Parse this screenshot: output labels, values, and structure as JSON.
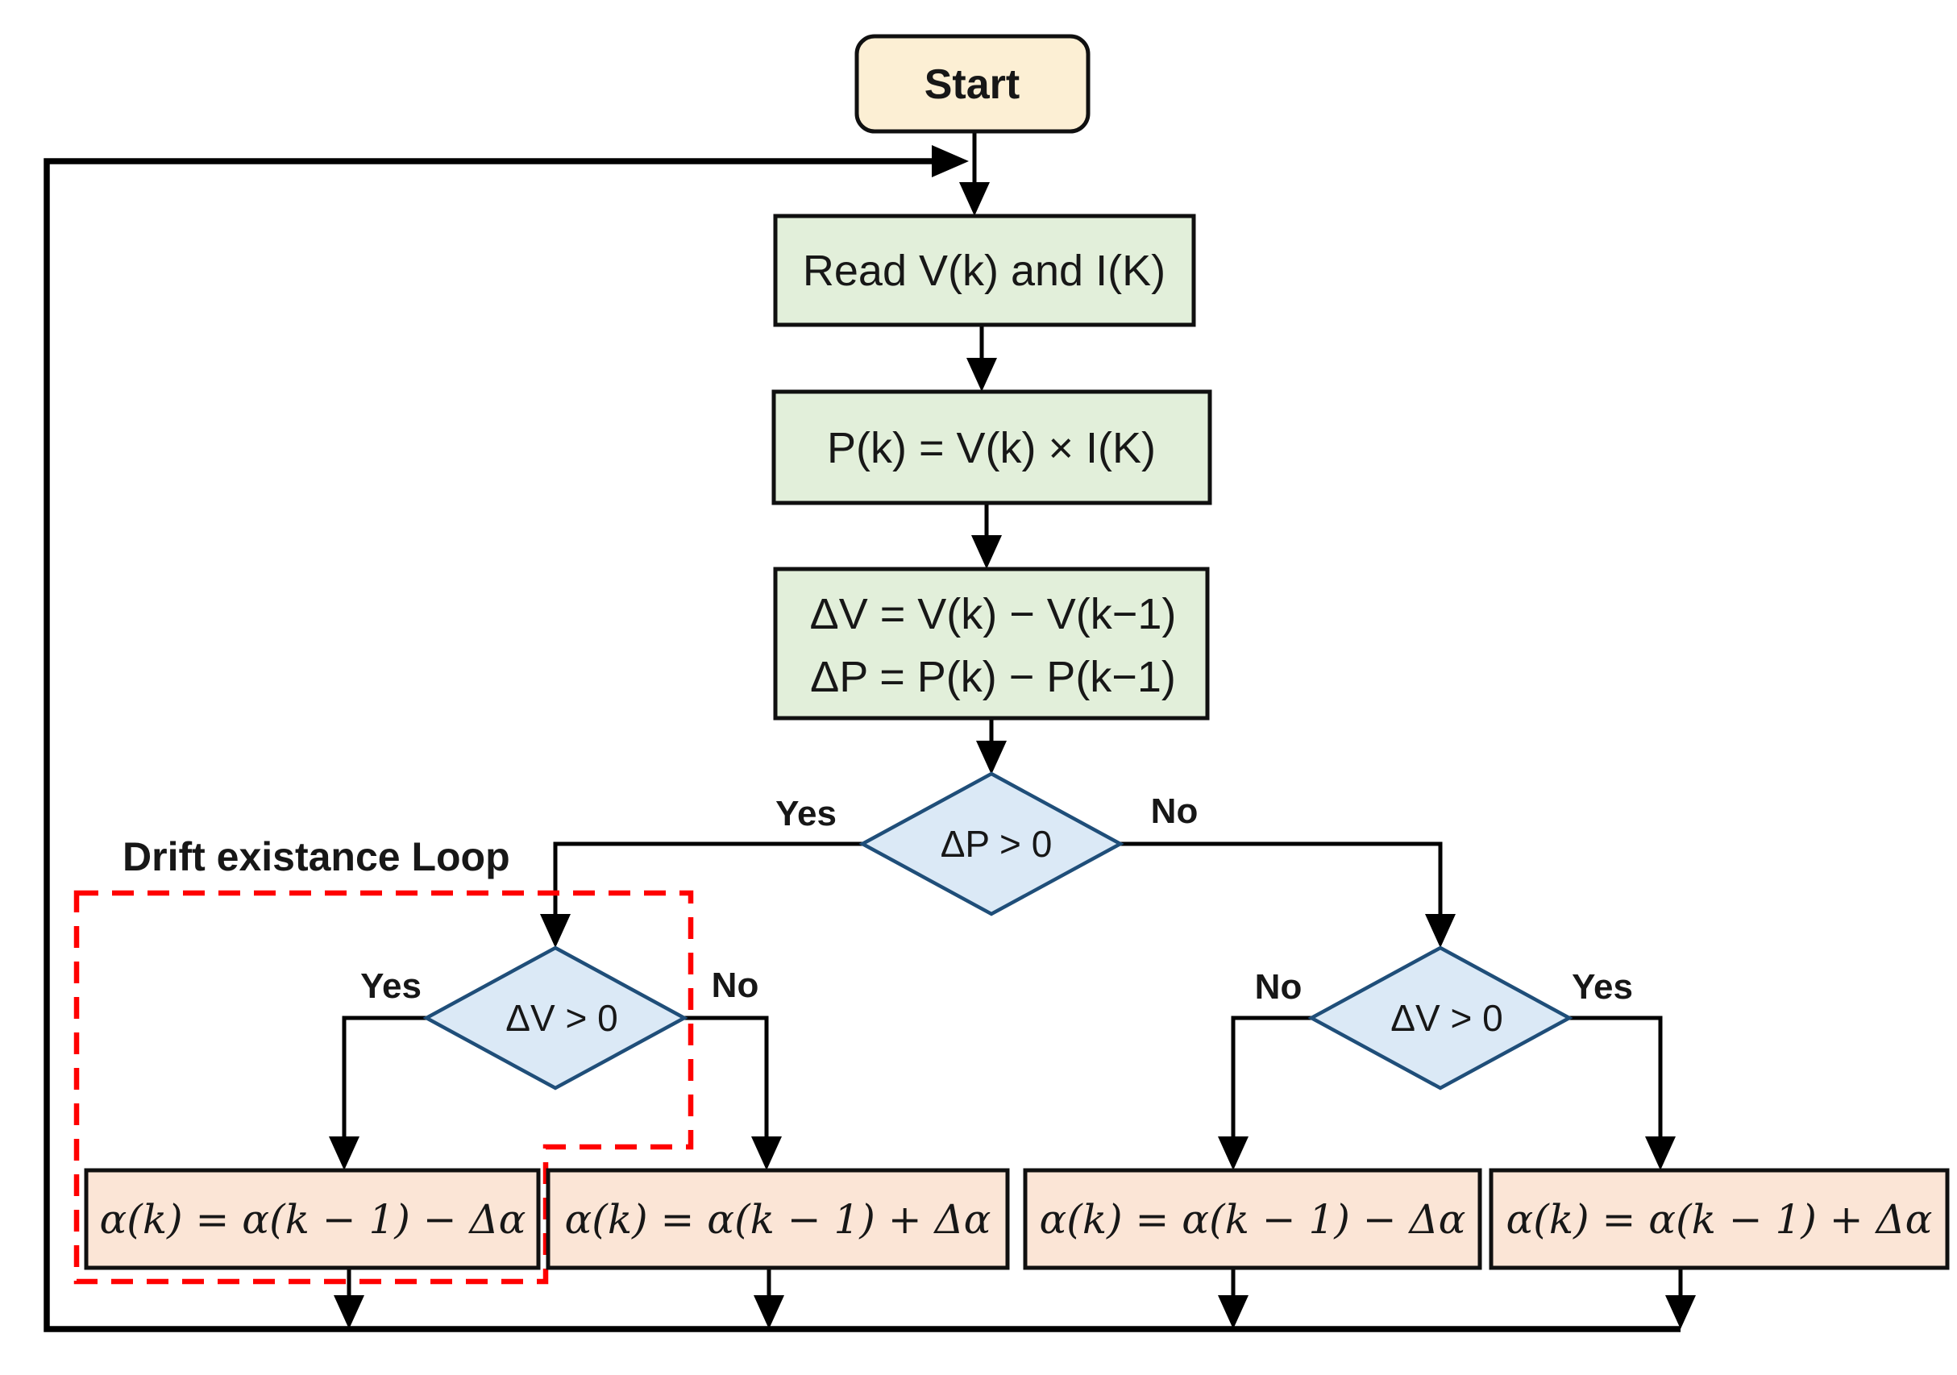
{
  "flowchart": {
    "annotation": {
      "label": "Drift existance Loop"
    },
    "nodes": {
      "start": "Start",
      "read": "Read V(k) and I(K)",
      "power": "P(k) = V(k) × I(K)",
      "deltas_line1": "ΔV = V(k) − V(k−1)",
      "deltas_line2": "ΔP = P(k) − P(k−1)",
      "decision_dp": "ΔP > 0",
      "decision_dv_left": "ΔV > 0",
      "decision_dv_right": "ΔV > 0",
      "action_left_yes": "α(k) = α(k − 1) − Δα",
      "action_left_no": "α(k) = α(k − 1) + Δα",
      "action_right_no": "α(k) = α(k − 1) − Δα",
      "action_right_yes": "α(k) = α(k − 1) + Δα"
    },
    "branch_labels": {
      "dp_yes": "Yes",
      "dp_no": "No",
      "dv_left_yes": "Yes",
      "dv_left_no": "No",
      "dv_right_no": "No",
      "dv_right_yes": "Yes"
    },
    "colors": {
      "start_fill": "#FCEFD4",
      "process_fill": "#E2EFDA",
      "decision_fill": "#DBE9F6",
      "decision_border": "#1F4E79",
      "action_fill": "#FBE5D6",
      "annotation_red": "#FF0000",
      "line": "#000000"
    }
  }
}
